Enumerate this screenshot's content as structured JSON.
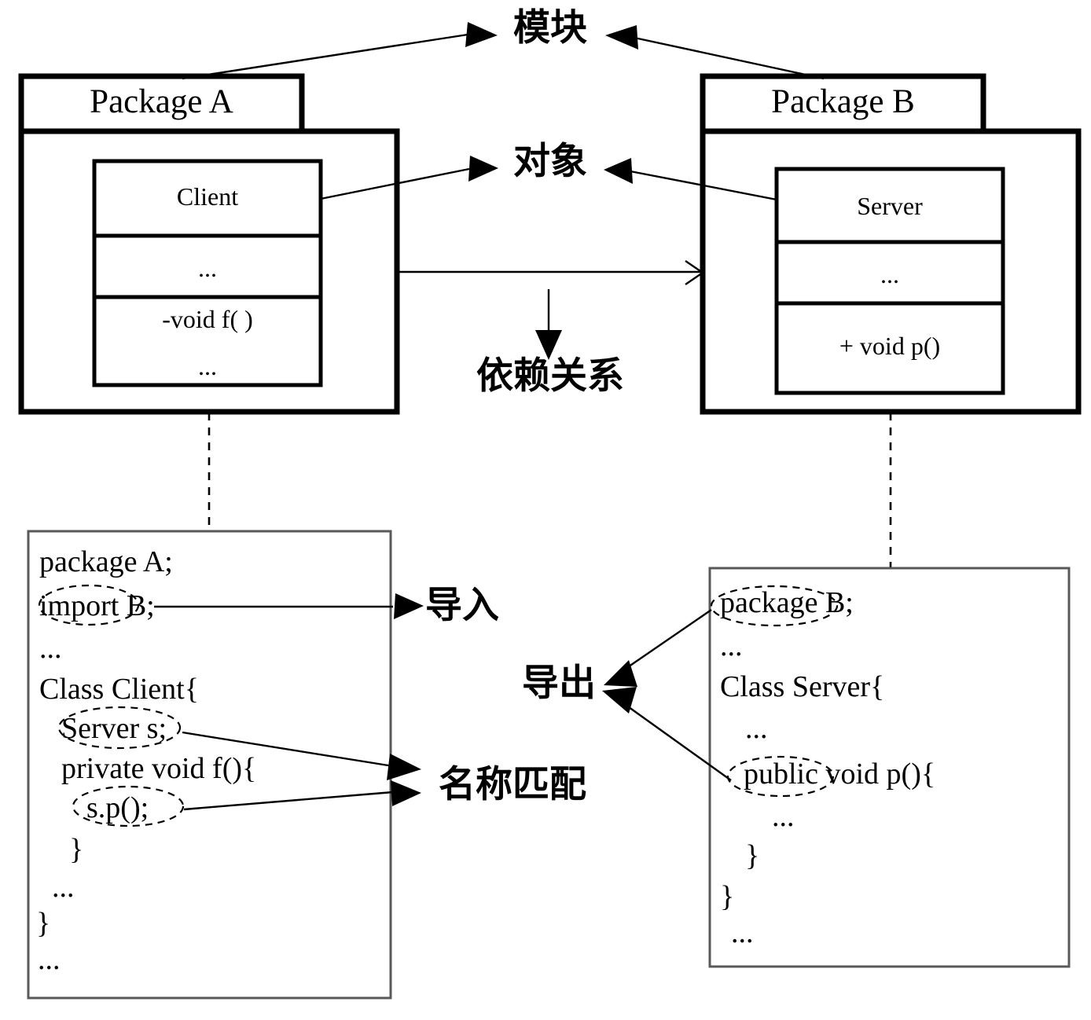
{
  "diagram": {
    "title": "UML Package Dependency Diagram",
    "packages": [
      {
        "id": "package-a",
        "name": "Package A",
        "class": {
          "name": "Client",
          "attributes": "...",
          "operations": "-void f( )",
          "operations_more": "..."
        }
      },
      {
        "id": "package-b",
        "name": "Package B",
        "class": {
          "name": "Server",
          "attributes": "...",
          "operations": "+ void p()",
          "operations_more": ""
        }
      }
    ],
    "annotations": {
      "module": "模块",
      "object": "对象",
      "dependency": "依赖关系",
      "import": "导入",
      "export": "导出",
      "name_match": "名称匹配"
    },
    "code_left": {
      "title": "Package A source",
      "lines": [
        "package A;",
        "import B;",
        "...",
        "Class Client{",
        "Server s;",
        "private void f(){",
        "s.p();",
        "}",
        "...",
        "}",
        "..."
      ],
      "highlight_import": "import",
      "highlight_server_s": "Server s;",
      "highlight_call": "s.p();"
    },
    "code_right": {
      "title": "Package B source",
      "lines": [
        "package B;",
        "...",
        "Class Server{",
        "...",
        "public void p(){",
        "...",
        "}",
        "}",
        "..."
      ],
      "highlight_package": "package",
      "highlight_public": "public"
    },
    "colors": {
      "stroke": "#000000",
      "codebox_stroke": "#595959",
      "background": "#ffffff"
    }
  }
}
